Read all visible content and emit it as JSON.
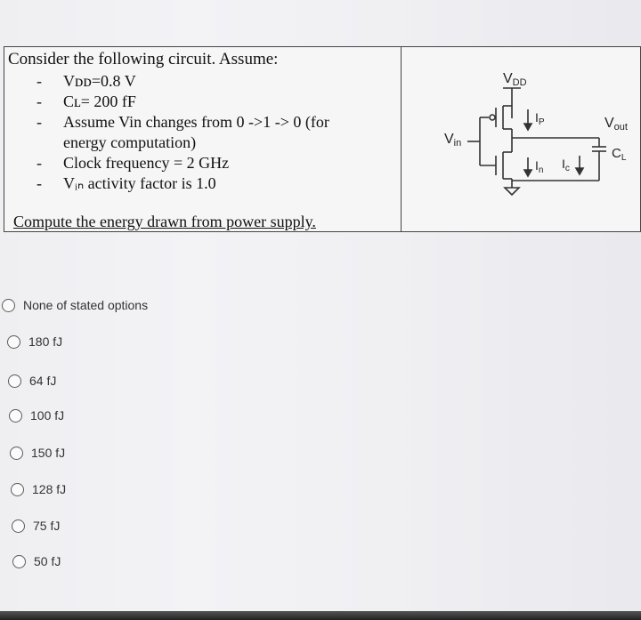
{
  "question": {
    "intro": "Consider the following circuit. Assume:",
    "assumptions": [
      "Vᴅᴅ=0.8 V",
      "Cʟ= 200 fF",
      "Assume Vin changes from 0 ->1 -> 0 (for",
      "energy computation)",
      "Clock frequency = 2 GHz",
      "Vᵢₙ activity factor is 1.0"
    ],
    "compute": "Compute the energy drawn from power supply."
  },
  "circuit": {
    "vdd_label": "V",
    "vdd_sub": "DD",
    "vin_label": "V",
    "vin_sub": "in",
    "vout_label": "V",
    "vout_sub": "out",
    "ip_label": "I",
    "ip_sub": "P",
    "in_label": "I",
    "in_sub": "n",
    "ic_label": "I",
    "ic_sub": "c",
    "cl_label": "C",
    "cl_sub": "L"
  },
  "options": [
    "None of stated options",
    "180 fJ",
    "64 fJ",
    "100 fJ",
    "150 fJ",
    "128 fJ",
    "75 fJ",
    "50 fJ"
  ]
}
